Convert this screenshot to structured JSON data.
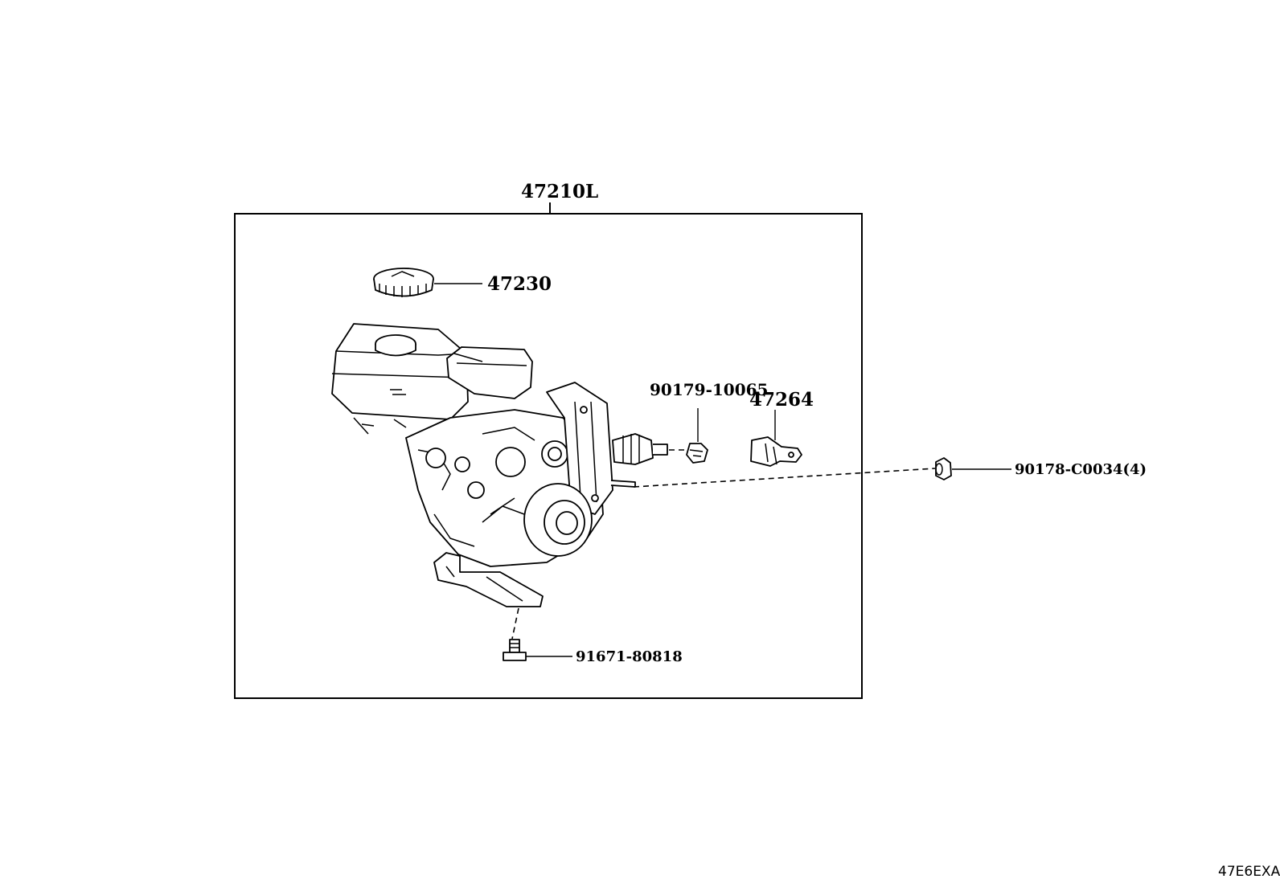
{
  "diagram": {
    "assembly_label": "47210L",
    "callouts": {
      "reservoir_cap": "47230",
      "gasket": "90179-10065",
      "bracket": "47264",
      "nut": "90178-C0034(4)",
      "bolt": "91671-80818"
    },
    "illustration_code": "47E6EXA"
  }
}
